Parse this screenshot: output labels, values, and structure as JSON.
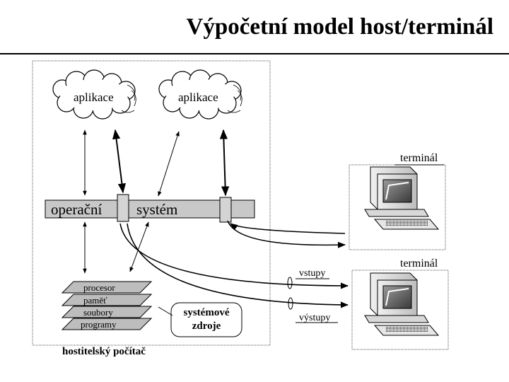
{
  "title": "Výpočetní model host/terminál",
  "clouds": [
    "aplikace",
    "aplikace"
  ],
  "os": {
    "left": "operační",
    "right": "systém"
  },
  "layers": [
    "procesor",
    "paměť",
    "soubory",
    "programy"
  ],
  "resources": {
    "line1": "systémové",
    "line2": "zdroje"
  },
  "host": "hostitelský počítač",
  "terminals": [
    "terminál",
    "terminál"
  ],
  "io": {
    "in": "vstupy",
    "out": "výstupy"
  }
}
